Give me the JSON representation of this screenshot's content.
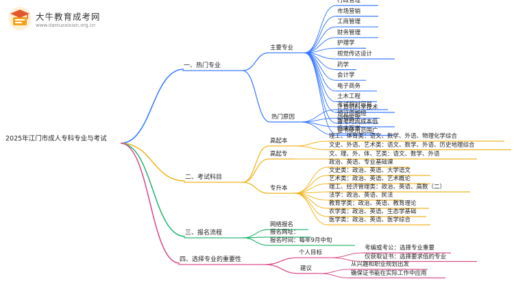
{
  "logo": {
    "title": "大牛教育成考网",
    "subtitle": "www.daniuzaixian.org.cn",
    "mark_icon": "graduation-cap-book-icon"
  },
  "colors": {
    "hot": "#3a7bff",
    "subject": "#f0b522",
    "process": "#2bb673",
    "choose": "#d94f8a",
    "text": "#222222"
  },
  "mindmap": {
    "root": "2025年江门市成人专科专业与考试",
    "branches": [
      {
        "label": "一、热门专业",
        "color": "hot",
        "children": [
          {
            "label": "主要专业",
            "children": [
              {
                "label": "行政管理"
              },
              {
                "label": "市场营销"
              },
              {
                "label": "工商管理"
              },
              {
                "label": "财务管理"
              },
              {
                "label": "护理学"
              },
              {
                "label": "视觉传达设计"
              },
              {
                "label": "药学"
              },
              {
                "label": "会计学"
              },
              {
                "label": "电子商务"
              },
              {
                "label": "土木工程"
              },
              {
                "label": "计算机科学技术"
              },
              {
                "label": "动物医学"
              },
              {
                "label": "临床医学"
              }
            ]
          },
          {
            "label": "热门原因",
            "children": [
              {
                "label": "考试相对容易"
              },
              {
                "label": "领证周期短"
              },
              {
                "label": "备考时间成本低"
              },
              {
                "label": "证书使用范围广"
              }
            ]
          }
        ]
      },
      {
        "label": "二、考试科目",
        "color": "subject",
        "children": [
          {
            "label": "高起本",
            "children": [
              {
                "label": "理工、体育类：语文、数学、外语、物理化学综合"
              },
              {
                "label": "文史、外语、艺术类：语文、数学、外语、历史地理综合"
              }
            ]
          },
          {
            "label": "高起专",
            "children": [
              {
                "label": "文、理、外、体、艺类：语文、数学、外语"
              }
            ]
          },
          {
            "label": "专升本",
            "children": [
              {
                "label": "政治、英语、专业基础课"
              },
              {
                "label": "文史类：政治、英语、大学语文"
              },
              {
                "label": "艺术类：政治、英语、艺术概论"
              },
              {
                "label": "理工、经济管理类：政治、英语、高数（二）"
              },
              {
                "label": "法学：政治、英语、民法"
              },
              {
                "label": "教育学类：政治、英语、教育理论"
              },
              {
                "label": "农学类：政治、英语、生态学基础"
              },
              {
                "label": "医学类：政治、英语、医学综合"
              }
            ]
          }
        ]
      },
      {
        "label": "三、报名流程",
        "color": "process",
        "children": [
          {
            "label": "网络报名"
          },
          {
            "label": "报名网址："
          },
          {
            "label": "报名时间：每年9月中旬"
          }
        ]
      },
      {
        "label": "四、选择专业的重要性",
        "color": "choose",
        "children": [
          {
            "label": "个人目标",
            "children": [
              {
                "label": "考编或考公：选择专业重要"
              },
              {
                "label": "仅获取证书：选择要求低的专业"
              }
            ]
          },
          {
            "label": "建议",
            "children": [
              {
                "label": "从兴趣和职业规划出发"
              },
              {
                "label": "确保证书能在实际工作中应用"
              }
            ]
          }
        ]
      }
    ]
  }
}
